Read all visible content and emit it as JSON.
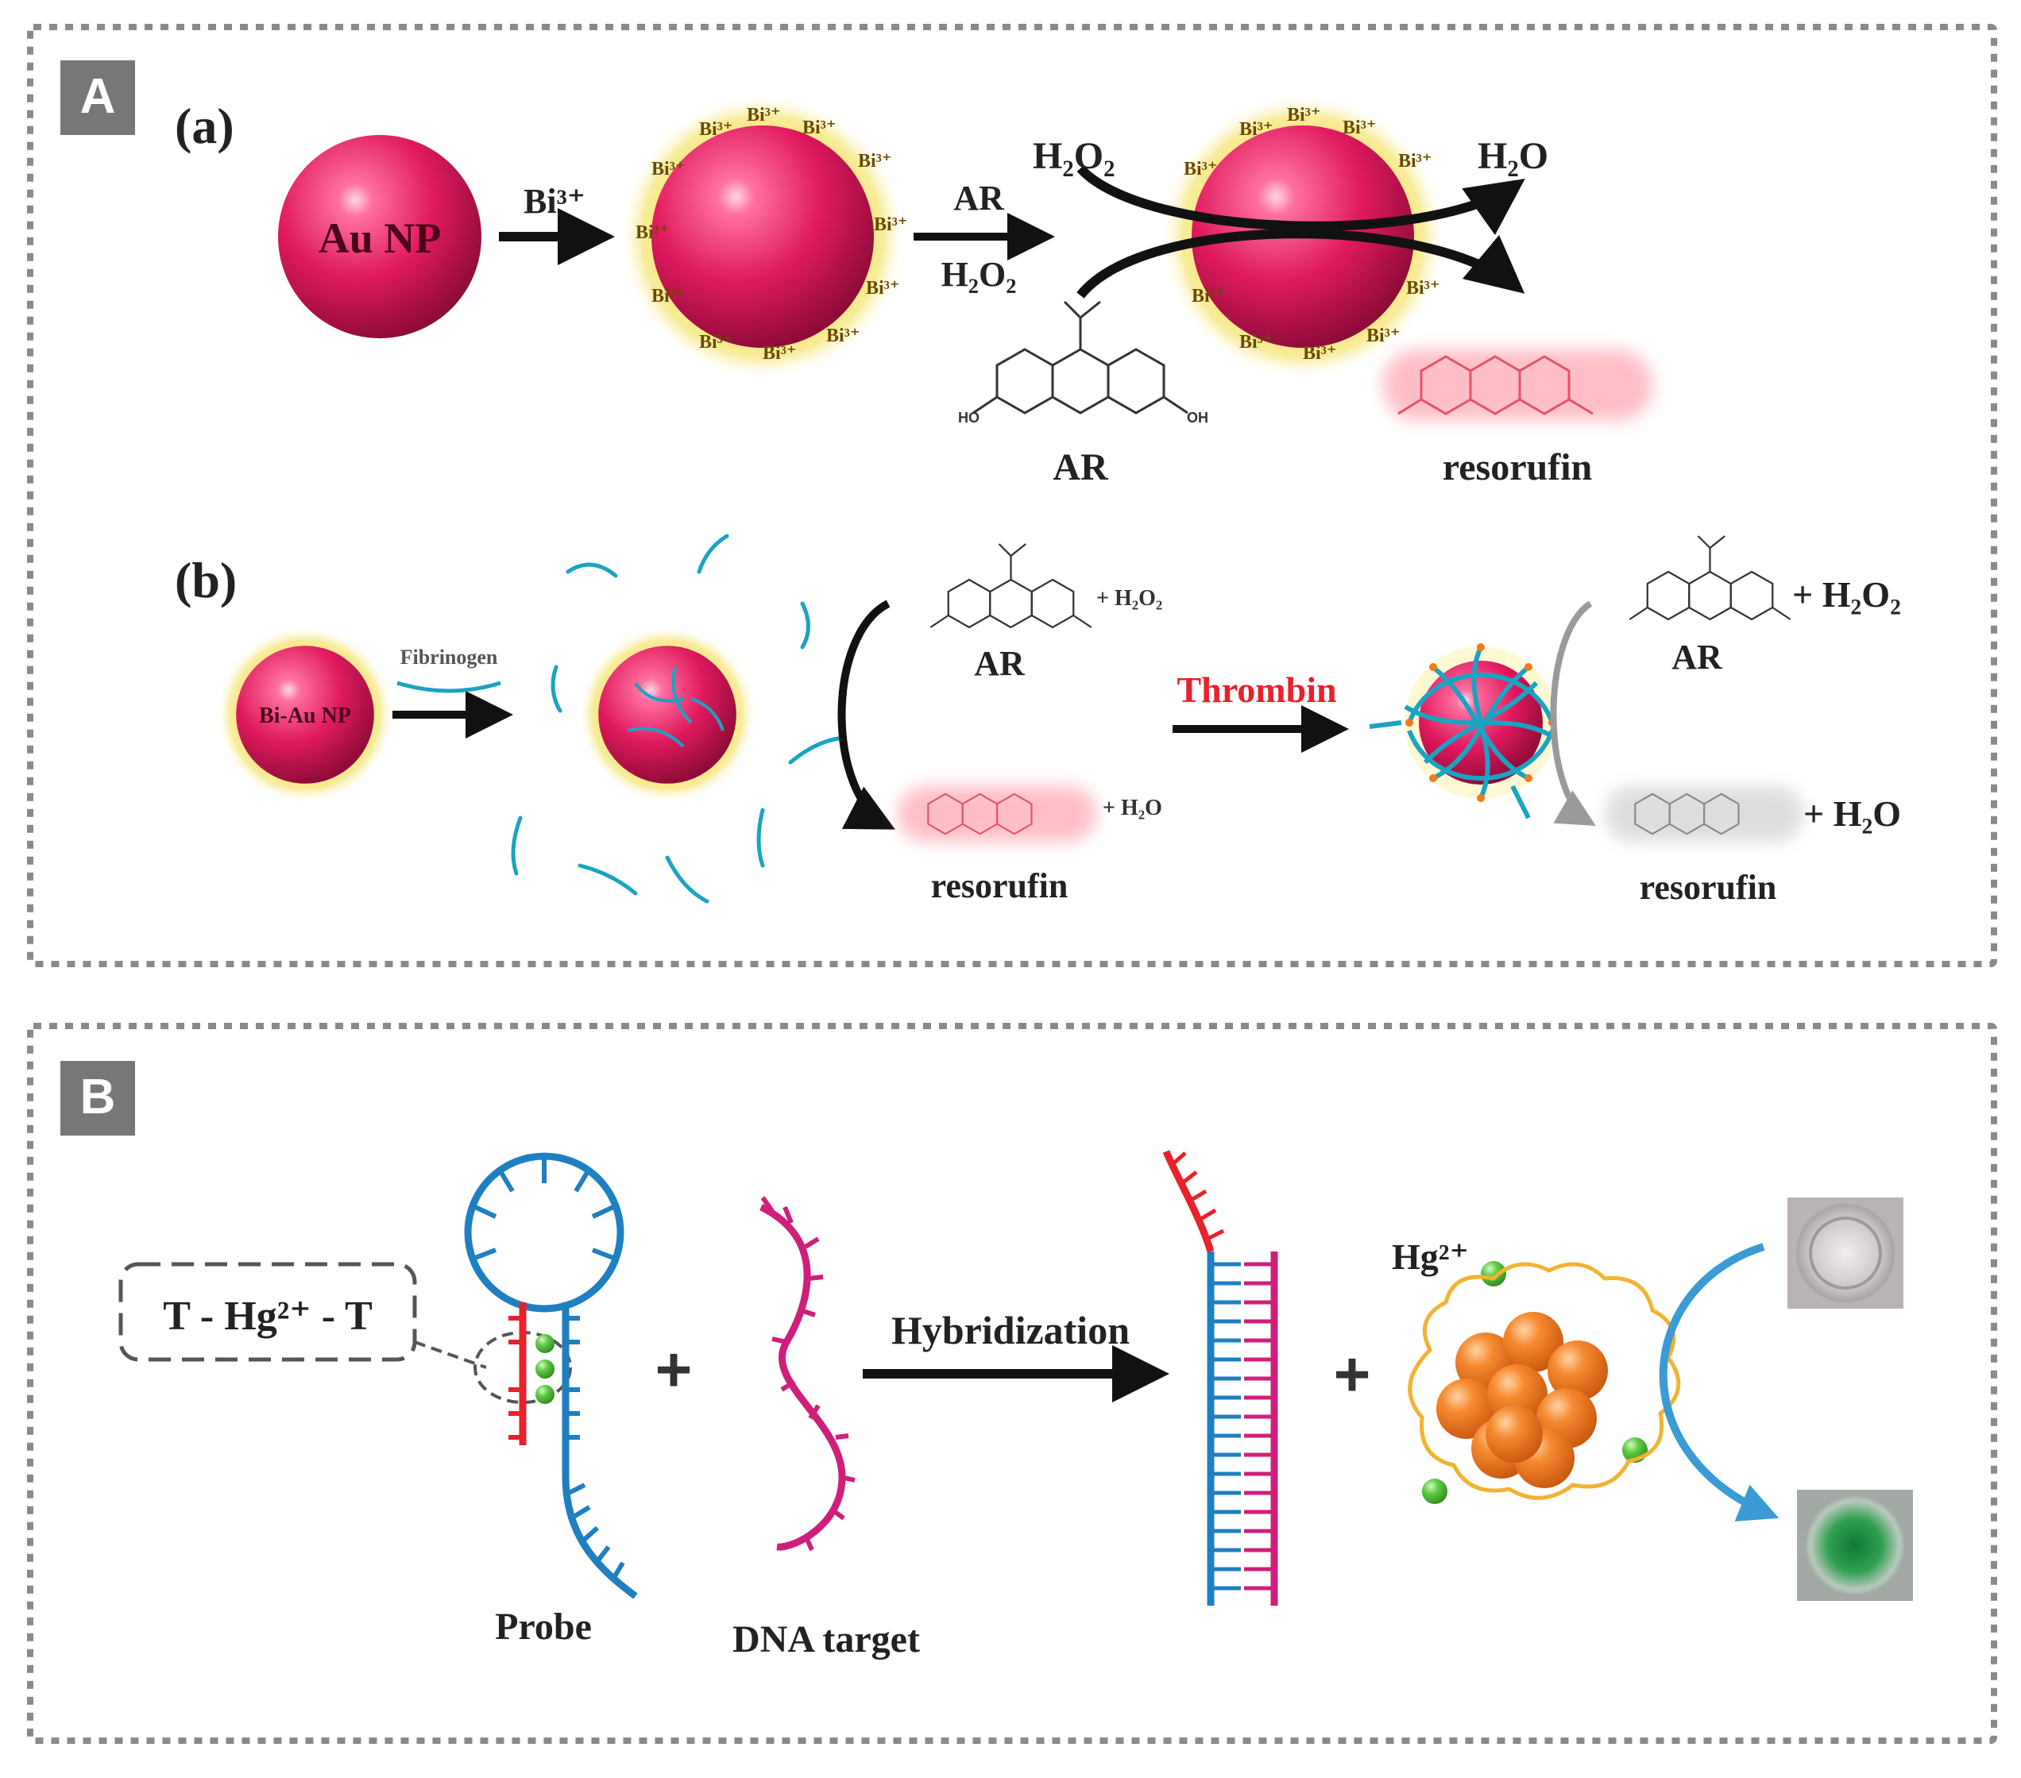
{
  "colors": {
    "panel_border": "#8a8a8a",
    "panel_tag_bg": "#777777",
    "gold_np": "#e0195e",
    "bi_halo": "#f3e26a",
    "thrombin": "#e8212b",
    "fibrinogen": "#1aa3c2",
    "probe_blue": "#1e7fc1",
    "probe_red": "#e8212b",
    "target_magenta": "#cf1f7a",
    "cluster_orange": "#f07a1f",
    "hg_green": "#54c23c",
    "arrow_blue": "#3a9bd5",
    "resorufin_glow": "#ff8a9a"
  },
  "panelA": {
    "tag": "A",
    "a": {
      "label": "(a)",
      "au_np": "Au NP",
      "bi_ion": "Bi³⁺",
      "arrow1_label": "Bi³⁺",
      "arrow2_top": "AR",
      "arrow2_bottom": "H₂O₂",
      "left_top": "H₂O₂",
      "right_top": "H₂O",
      "ar_label": "AR",
      "resorufin_label": "resorufin",
      "ho_left": "HO",
      "oh_right": "OH"
    },
    "b": {
      "label": "(b)",
      "bi_au_np": "Bi-Au NP",
      "fibrinogen": "Fibrinogen",
      "ar1": "AR",
      "h2o2_1": "+ H₂O₂",
      "resorufin1": "resorufin",
      "h2o_1": "+ H₂O",
      "thrombin": "Thrombin",
      "ar2": "AR",
      "h2o2_2": "+ H₂O₂",
      "resorufin2": "resorufin",
      "h2o_2": "+ H₂O"
    }
  },
  "panelB": {
    "tag": "B",
    "thg": "T - Hg²⁺ - T",
    "plus1": "+",
    "probe": "Probe",
    "dna_target": "DNA target",
    "hybridization": "Hybridization",
    "plus2": "+",
    "hg2": "Hg²⁺"
  }
}
